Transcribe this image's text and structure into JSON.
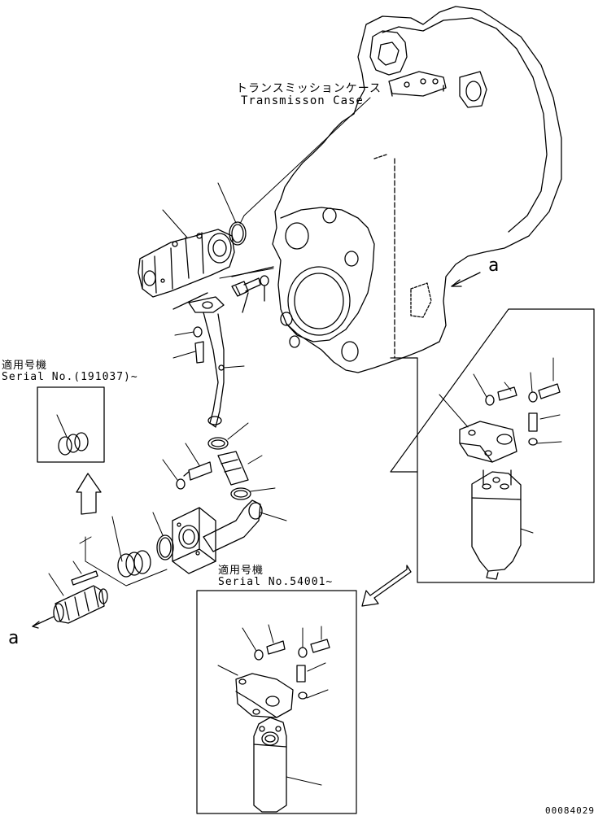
{
  "labels": {
    "case_jp": "トランスミッションケース",
    "case_en": "Transmisson Case",
    "serial1_jp": "適用号機",
    "serial1_en": "Serial No.(191037)~",
    "serial2_jp": "適用号機",
    "serial2_en": "Serial No.54001~",
    "view_a_right": "a",
    "view_a_left": "a",
    "drawing_number": "00084029"
  },
  "colors": {
    "line": "#000000",
    "background": "#ffffff"
  }
}
